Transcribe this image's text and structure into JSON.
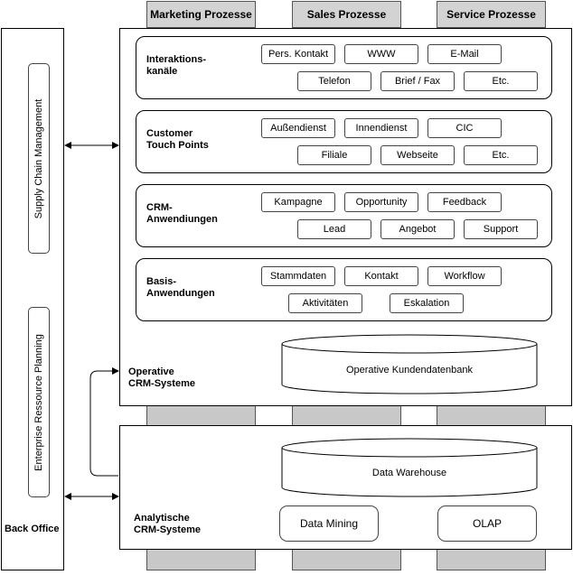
{
  "process_headers": [
    "Marketing Prozesse",
    "Sales Prozesse",
    "Service Prozesse"
  ],
  "back_office": {
    "label": "Back Office",
    "scm": "Supply Chain Management",
    "erp": "Enterprise Ressource Planning"
  },
  "operative": {
    "label": "Operative\nCRM-Systeme",
    "database": "Operative Kundendatenbank",
    "groups": [
      {
        "label": "Interaktions-\nkanäle",
        "row1": [
          "Pers. Kontakt",
          "WWW",
          "E-Mail"
        ],
        "row2": [
          "Telefon",
          "Brief / Fax",
          "Etc."
        ]
      },
      {
        "label": "Customer\nTouch Points",
        "row1": [
          "Außendienst",
          "Innendienst",
          "CIC"
        ],
        "row2": [
          "Filiale",
          "Webseite",
          "Etc."
        ]
      },
      {
        "label": "CRM-\nAnwendiungen",
        "row1": [
          "Kampagne",
          "Opportunity",
          "Feedback"
        ],
        "row2": [
          "Lead",
          "Angebot",
          "Support"
        ]
      },
      {
        "label": "Basis-\nAnwendungen",
        "row1": [
          "Stammdaten",
          "Kontakt",
          "Workflow"
        ],
        "row2": [
          "Aktivitäten",
          "Eskalation"
        ]
      }
    ]
  },
  "analytisch": {
    "label": "Analytische\nCRM-Systeme",
    "warehouse": "Data Warehouse",
    "data_mining": "Data Mining",
    "olap": "OLAP"
  }
}
